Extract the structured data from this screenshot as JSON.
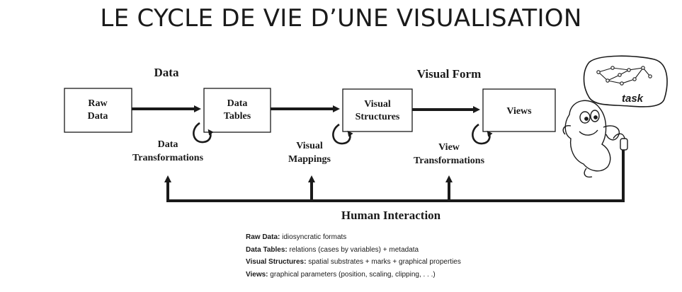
{
  "title": "LE CYCLE DE VIE D’UNE VISUALISATION",
  "diagram": {
    "section_data": "Data",
    "section_visual_form": "Visual Form",
    "boxes": {
      "raw_data": [
        "Raw",
        "Data"
      ],
      "data_tables": [
        "Data",
        "Tables"
      ],
      "visual_structures": [
        "Visual",
        "Structures"
      ],
      "views": "Views"
    },
    "transforms": {
      "data": [
        "Data",
        "Transformations"
      ],
      "visual": [
        "Visual",
        "Mappings"
      ],
      "view": [
        "View",
        "Transformations"
      ]
    },
    "human_interaction": "Human Interaction",
    "task": "task"
  },
  "legend": [
    {
      "term": "Raw Data:",
      "desc": "idiosyncratic formats"
    },
    {
      "term": "Data Tables:",
      "desc": "relations (cases by variables) + metadata"
    },
    {
      "term": "Visual Structures:",
      "desc": "spatial substrates + marks + graphical properties"
    },
    {
      "term": "Views:",
      "desc": "graphical parameters (position, scaling, clipping, . . .)"
    }
  ],
  "colors": {
    "ink": "#1a1a1a",
    "background": "#ffffff"
  }
}
